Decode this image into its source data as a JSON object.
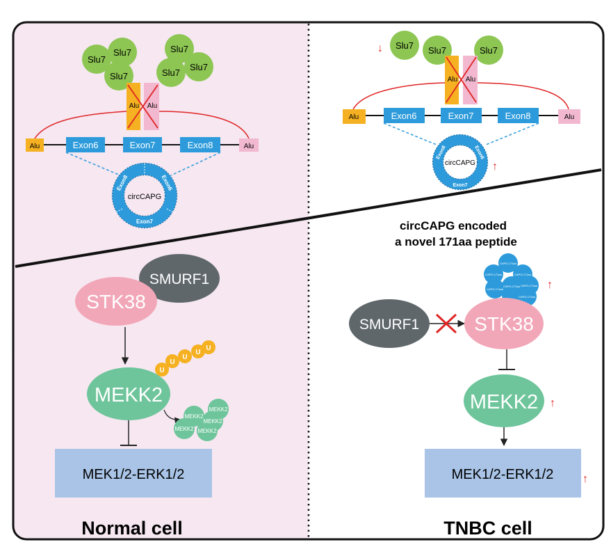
{
  "labels": {
    "slu7": "Slu7",
    "alu": "Alu",
    "exon6": "Exon6",
    "exon7": "Exon7",
    "exon8": "Exon8",
    "circ": "circCAPG",
    "stk38": "STK38",
    "smurf1": "SMURF1",
    "mekk2": "MEKK2",
    "mek_erk": "MEK1/2-ERK1/2",
    "ubiquitin": "U",
    "peptide_small": "CAPG-171aa",
    "encoded_line1": "circCAPG encoded",
    "encoded_line2": "a novel 171aa peptide"
  },
  "panels": {
    "normal": "Normal cell",
    "tnbc": "TNBC cell"
  },
  "colors": {
    "slu7": "#8dc653",
    "alu_left": "#f5b121",
    "alu_right": "#f2b8cf",
    "exon": "#2d9bdb",
    "loop": "#e02424",
    "stk38": "#f2a7b8",
    "smurf1": "#5f676b",
    "mekk2": "#6ec59b",
    "mek_erk_box": "#a9c4e6",
    "ubiquitin": "#f5b121",
    "normal_bg": "#f6e7f1",
    "arrow_red": "#e02424"
  }
}
